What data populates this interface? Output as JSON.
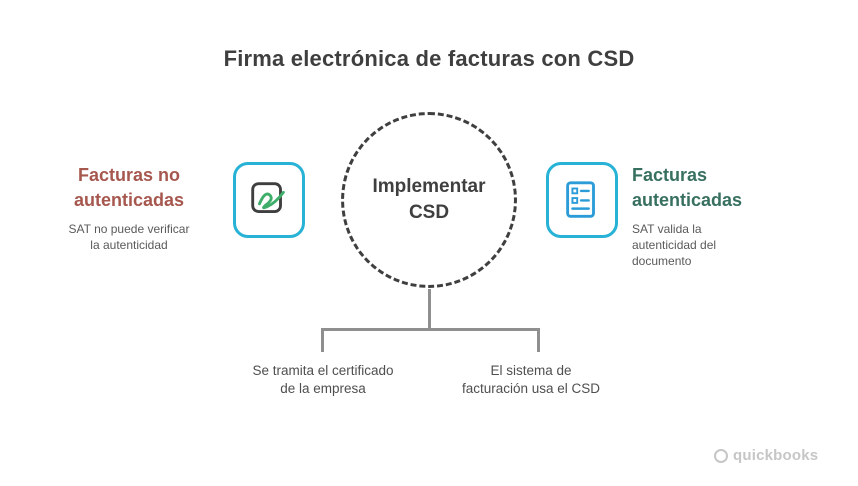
{
  "title": "Firma electrónica de facturas con CSD",
  "center_circle": {
    "label_line1": "Implementar",
    "label_line2": "CSD"
  },
  "left_item": {
    "heading_line1": "Facturas no",
    "heading_line2": "autenticadas",
    "note_line1": "SAT no puede verificar",
    "note_line2": "la autenticidad",
    "icon": "signed-invoice-icon"
  },
  "right_item": {
    "heading_line1": "Facturas",
    "heading_line2": "autenticadas",
    "note_line1": "SAT valida la",
    "note_line2": "autenticidad del",
    "note_line3": "documento",
    "icon": "verified-invoice-icon"
  },
  "bottom_left_note": {
    "line1": "Se tramita el certificado",
    "line2": "de la empresa"
  },
  "bottom_right_note": {
    "line1": "El sistema de",
    "line2": "facturación usa el CSD"
  },
  "watermark": {
    "label": "quickbooks"
  },
  "colors": {
    "text_dark": "#3f3f3f",
    "text_gray": "#5a5a5a",
    "accent_red": "#a6574e",
    "accent_teal": "#38705f",
    "icon_border": "#27b2d6",
    "check_green": "#3fae6a",
    "doc_blue": "#2b9cd8",
    "line_gray": "#8f8f8f",
    "watermark_gray": "#c6c6c6"
  }
}
